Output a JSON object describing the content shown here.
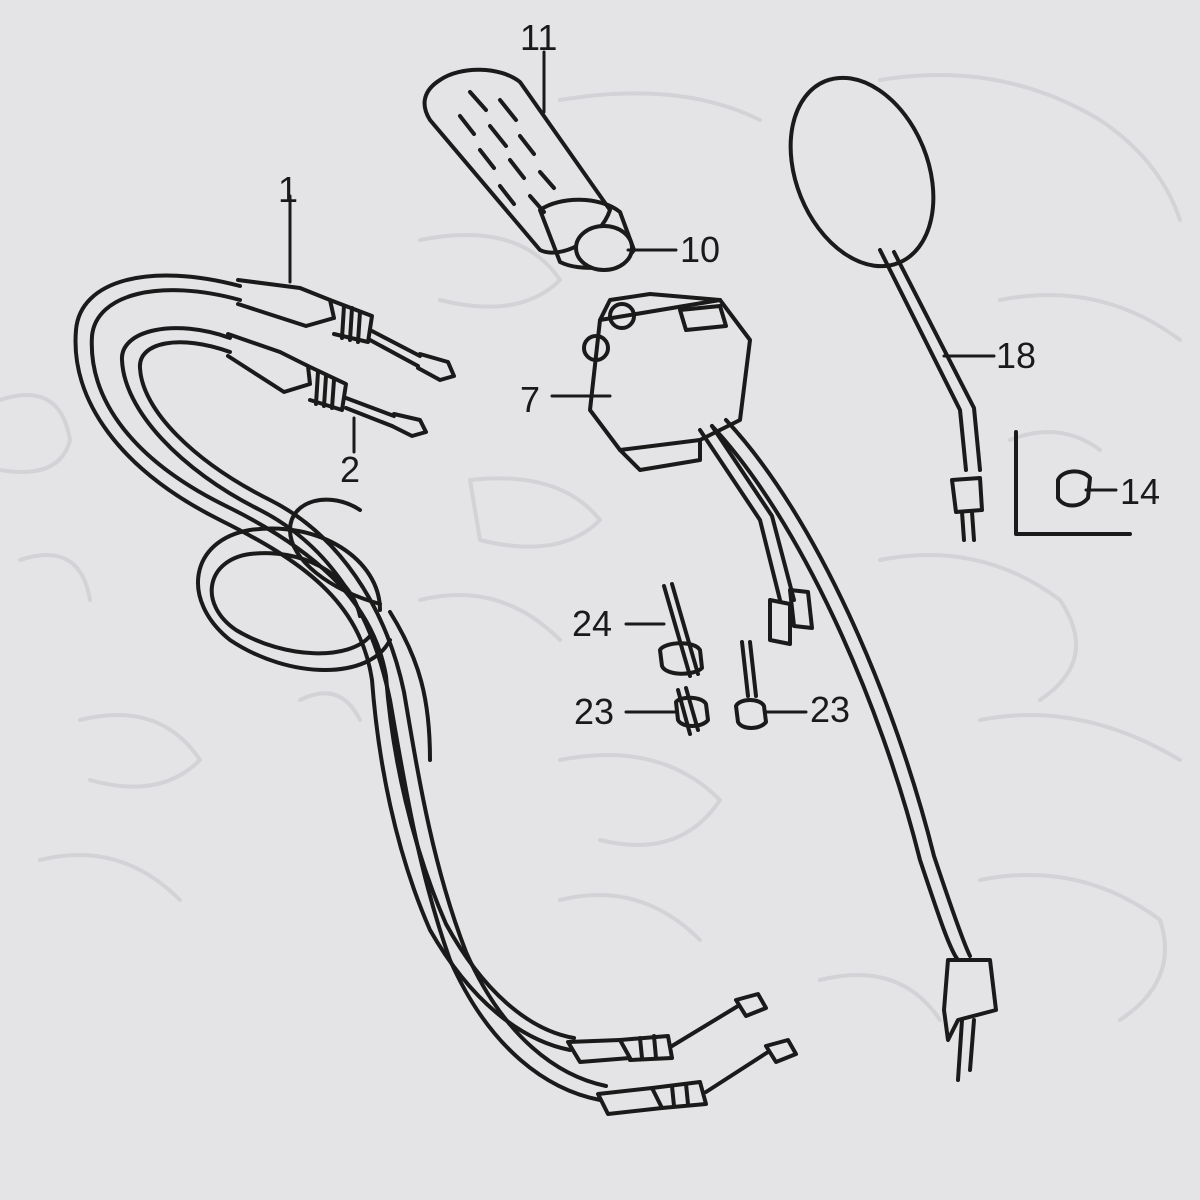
{
  "diagram": {
    "paper_color": "#e4e3e5",
    "ink_color": "#1a1a1a",
    "ghost_color": "#d3d3d7",
    "callouts": {
      "cable_upper": "1",
      "cable_lower": "2",
      "handlebar_switch": "7",
      "throttle_pipe": "10",
      "grip": "11",
      "nut": "14",
      "mirror": "18",
      "screw_pair": "23",
      "screw_single": "23",
      "screw_long": "24"
    }
  }
}
